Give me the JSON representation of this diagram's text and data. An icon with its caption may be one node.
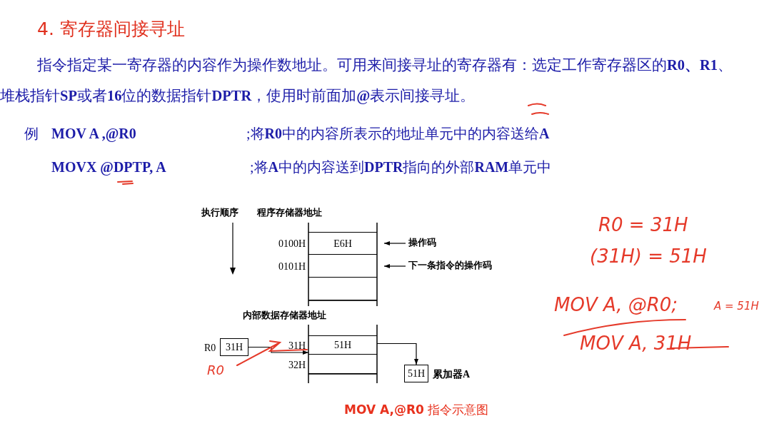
{
  "diagram": {
    "title": "4. 寄存器间接寻址",
    "nodes": [
      {
        "text": [
          "E6H"
        ],
        "beside": [
          "0100H"
        ]
      },
      {
        "text": [],
        "shape": "box",
        "beside": [
          "0101H"
        ]
      },
      {
        "text": [],
        "shape": "box"
      },
      {
        "text": [
          "操作码"
        ]
      },
      {
        "text": [
          "下一条指令的操作码"
        ]
      },
      {
        "text": [
          "31H"
        ],
        "beside": [
          "R0"
        ]
      },
      {
        "text": [
          "51H"
        ],
        "beside": [
          "31H"
        ]
      },
      {
        "text": [],
        "shape": "box",
        "beside": [
          "32H"
        ]
      },
      {
        "text": [
          "51H"
        ],
        "beside": [
          "累加器A"
        ]
      }
    ],
    "edges": [
      {
        "from": 3,
        "to": 0,
        "arrow": "to"
      },
      {
        "from": 4,
        "to": 1,
        "arrow": "to"
      },
      {
        "from": 5,
        "to": 6,
        "arrow": "to"
      },
      {
        "from": 6,
        "to": 8,
        "arrow": "to"
      }
    ],
    "labels": [
      "指令指定某一寄存器的内容作为操作数地址。可用来间接寻址的寄存器有：选定工作寄存器区的**R0、R1**、堆栈指针**SP**或者**16**位的数据指针**DPTR**，使用时前面加**@**表示间接寻址。",
      "例",
      "MOV A ,@R0",
      ";将**R0**中的内容所表示的地址单元中的内容送给**A**",
      "MOVX @DPTP, A",
      ";将**A**中的内容送到**DPTR**指向的外部**RAM**单元中",
      "执行顺序",
      "程序存储器地址",
      "内部数据存储器地址",
      "R0 = 31H",
      "(31H) = 51H",
      "MOV A, @R0;",
      "A = 51H",
      "MOV A, 31H",
      "R0"
    ],
    "caption": "**MOV A,@R0** 指令示意图"
  }
}
